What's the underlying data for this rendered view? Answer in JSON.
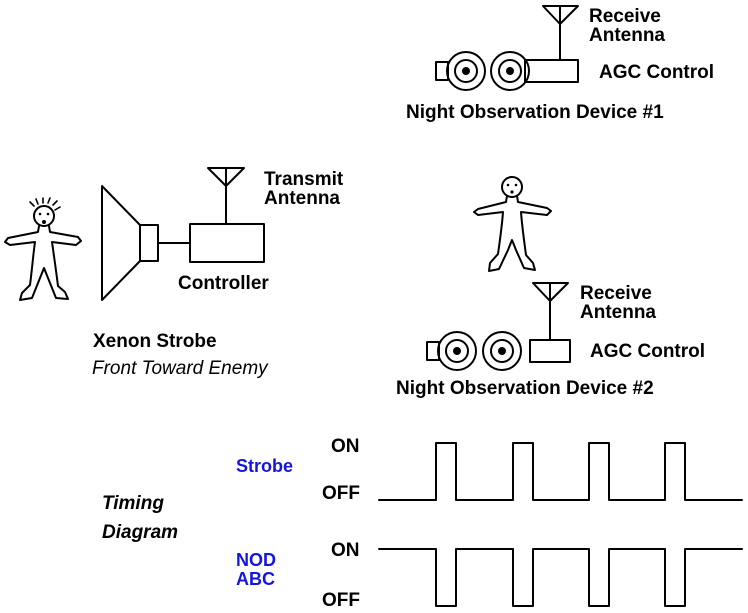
{
  "colors": {
    "ink": "#000000",
    "accent": "#1515e0",
    "background": "#ffffff"
  },
  "nod1": {
    "antenna_label_1": "Receive",
    "antenna_label_2": "Antenna",
    "agc_label": "AGC Control",
    "title": "Night Observation Device #1"
  },
  "nod2": {
    "antenna_label_1": "Receive",
    "antenna_label_2": "Antenna",
    "agc_label": "AGC Control",
    "title": "Night Observation Device #2"
  },
  "transmitter": {
    "antenna_label_1": "Transmit",
    "antenna_label_2": "Antenna",
    "controller_label": "Controller",
    "strobe_title": "Xenon Strobe",
    "strobe_subtitle": "Front Toward Enemy"
  },
  "timing": {
    "title_1": "Timing",
    "title_2": "Diagram",
    "strobe_signal": "Strobe",
    "nod_signal_1": "NOD",
    "nod_signal_2": "ABC",
    "strobe_on": "ON",
    "strobe_off": "OFF",
    "nod_on": "ON",
    "nod_off": "OFF",
    "pulse_count": 4
  },
  "icons": [
    "stick-figure-icon",
    "antenna-icon",
    "binocular-lens-icon",
    "strobe-horn-icon"
  ]
}
